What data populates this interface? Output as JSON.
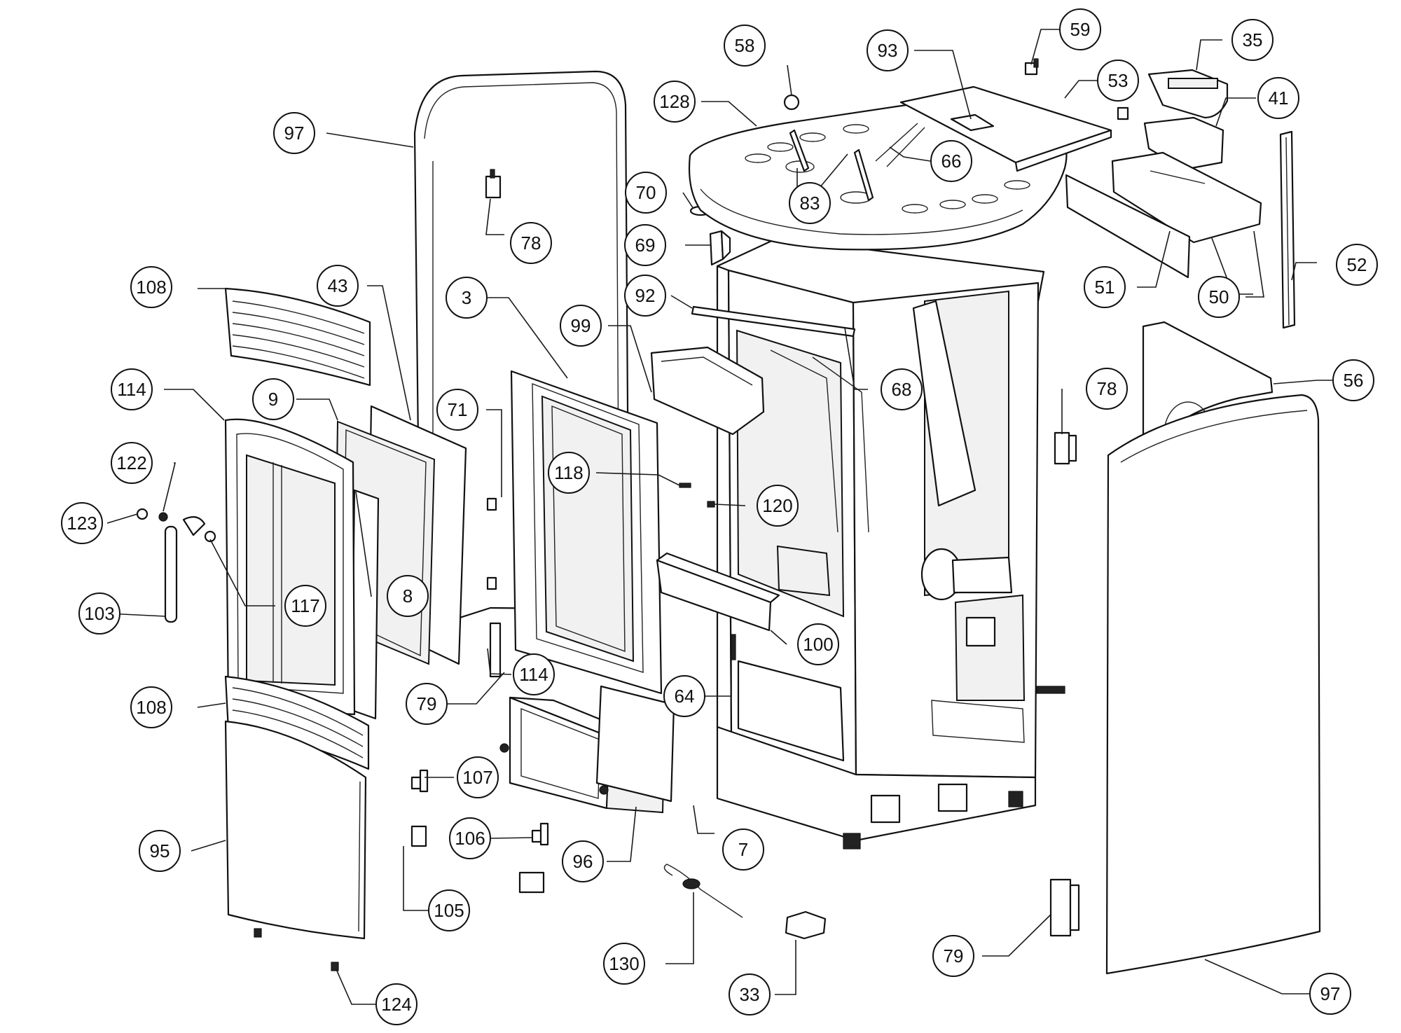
{
  "colors": {
    "line": "#111111",
    "background": "#ffffff",
    "fill_light": "#f1f1f1"
  },
  "callouts": [
    {
      "id": "c-58",
      "text": "58"
    },
    {
      "id": "c-93",
      "text": "93"
    },
    {
      "id": "c-59",
      "text": "59"
    },
    {
      "id": "c-35",
      "text": "35"
    },
    {
      "id": "c-128",
      "text": "128"
    },
    {
      "id": "c-53",
      "text": "53"
    },
    {
      "id": "c-41",
      "text": "41"
    },
    {
      "id": "c-97a",
      "text": "97"
    },
    {
      "id": "c-66",
      "text": "66"
    },
    {
      "id": "c-83",
      "text": "83"
    },
    {
      "id": "c-70",
      "text": "70"
    },
    {
      "id": "c-78a",
      "text": "78"
    },
    {
      "id": "c-69",
      "text": "69"
    },
    {
      "id": "c-52",
      "text": "52"
    },
    {
      "id": "c-51",
      "text": "51"
    },
    {
      "id": "c-50",
      "text": "50"
    },
    {
      "id": "c-108a",
      "text": "108"
    },
    {
      "id": "c-43",
      "text": "43"
    },
    {
      "id": "c-3",
      "text": "3"
    },
    {
      "id": "c-92",
      "text": "92"
    },
    {
      "id": "c-99",
      "text": "99"
    },
    {
      "id": "c-56",
      "text": "56"
    },
    {
      "id": "c-114a",
      "text": "114"
    },
    {
      "id": "c-9",
      "text": "9"
    },
    {
      "id": "c-71",
      "text": "71"
    },
    {
      "id": "c-68",
      "text": "68"
    },
    {
      "id": "c-78b",
      "text": "78"
    },
    {
      "id": "c-122",
      "text": "122"
    },
    {
      "id": "c-118",
      "text": "118"
    },
    {
      "id": "c-120",
      "text": "120"
    },
    {
      "id": "c-123",
      "text": "123"
    },
    {
      "id": "c-8",
      "text": "8"
    },
    {
      "id": "c-117",
      "text": "117"
    },
    {
      "id": "c-103",
      "text": "103"
    },
    {
      "id": "c-100",
      "text": "100"
    },
    {
      "id": "c-114b",
      "text": "114"
    },
    {
      "id": "c-79a",
      "text": "79"
    },
    {
      "id": "c-64",
      "text": "64"
    },
    {
      "id": "c-108b",
      "text": "108"
    },
    {
      "id": "c-107",
      "text": "107"
    },
    {
      "id": "c-106",
      "text": "106"
    },
    {
      "id": "c-95",
      "text": "95"
    },
    {
      "id": "c-96",
      "text": "96"
    },
    {
      "id": "c-7",
      "text": "7"
    },
    {
      "id": "c-105",
      "text": "105"
    },
    {
      "id": "c-130",
      "text": "130"
    },
    {
      "id": "c-79b",
      "text": "79"
    },
    {
      "id": "c-33",
      "text": "33"
    },
    {
      "id": "c-97b",
      "text": "97"
    },
    {
      "id": "c-124",
      "text": "124"
    }
  ]
}
